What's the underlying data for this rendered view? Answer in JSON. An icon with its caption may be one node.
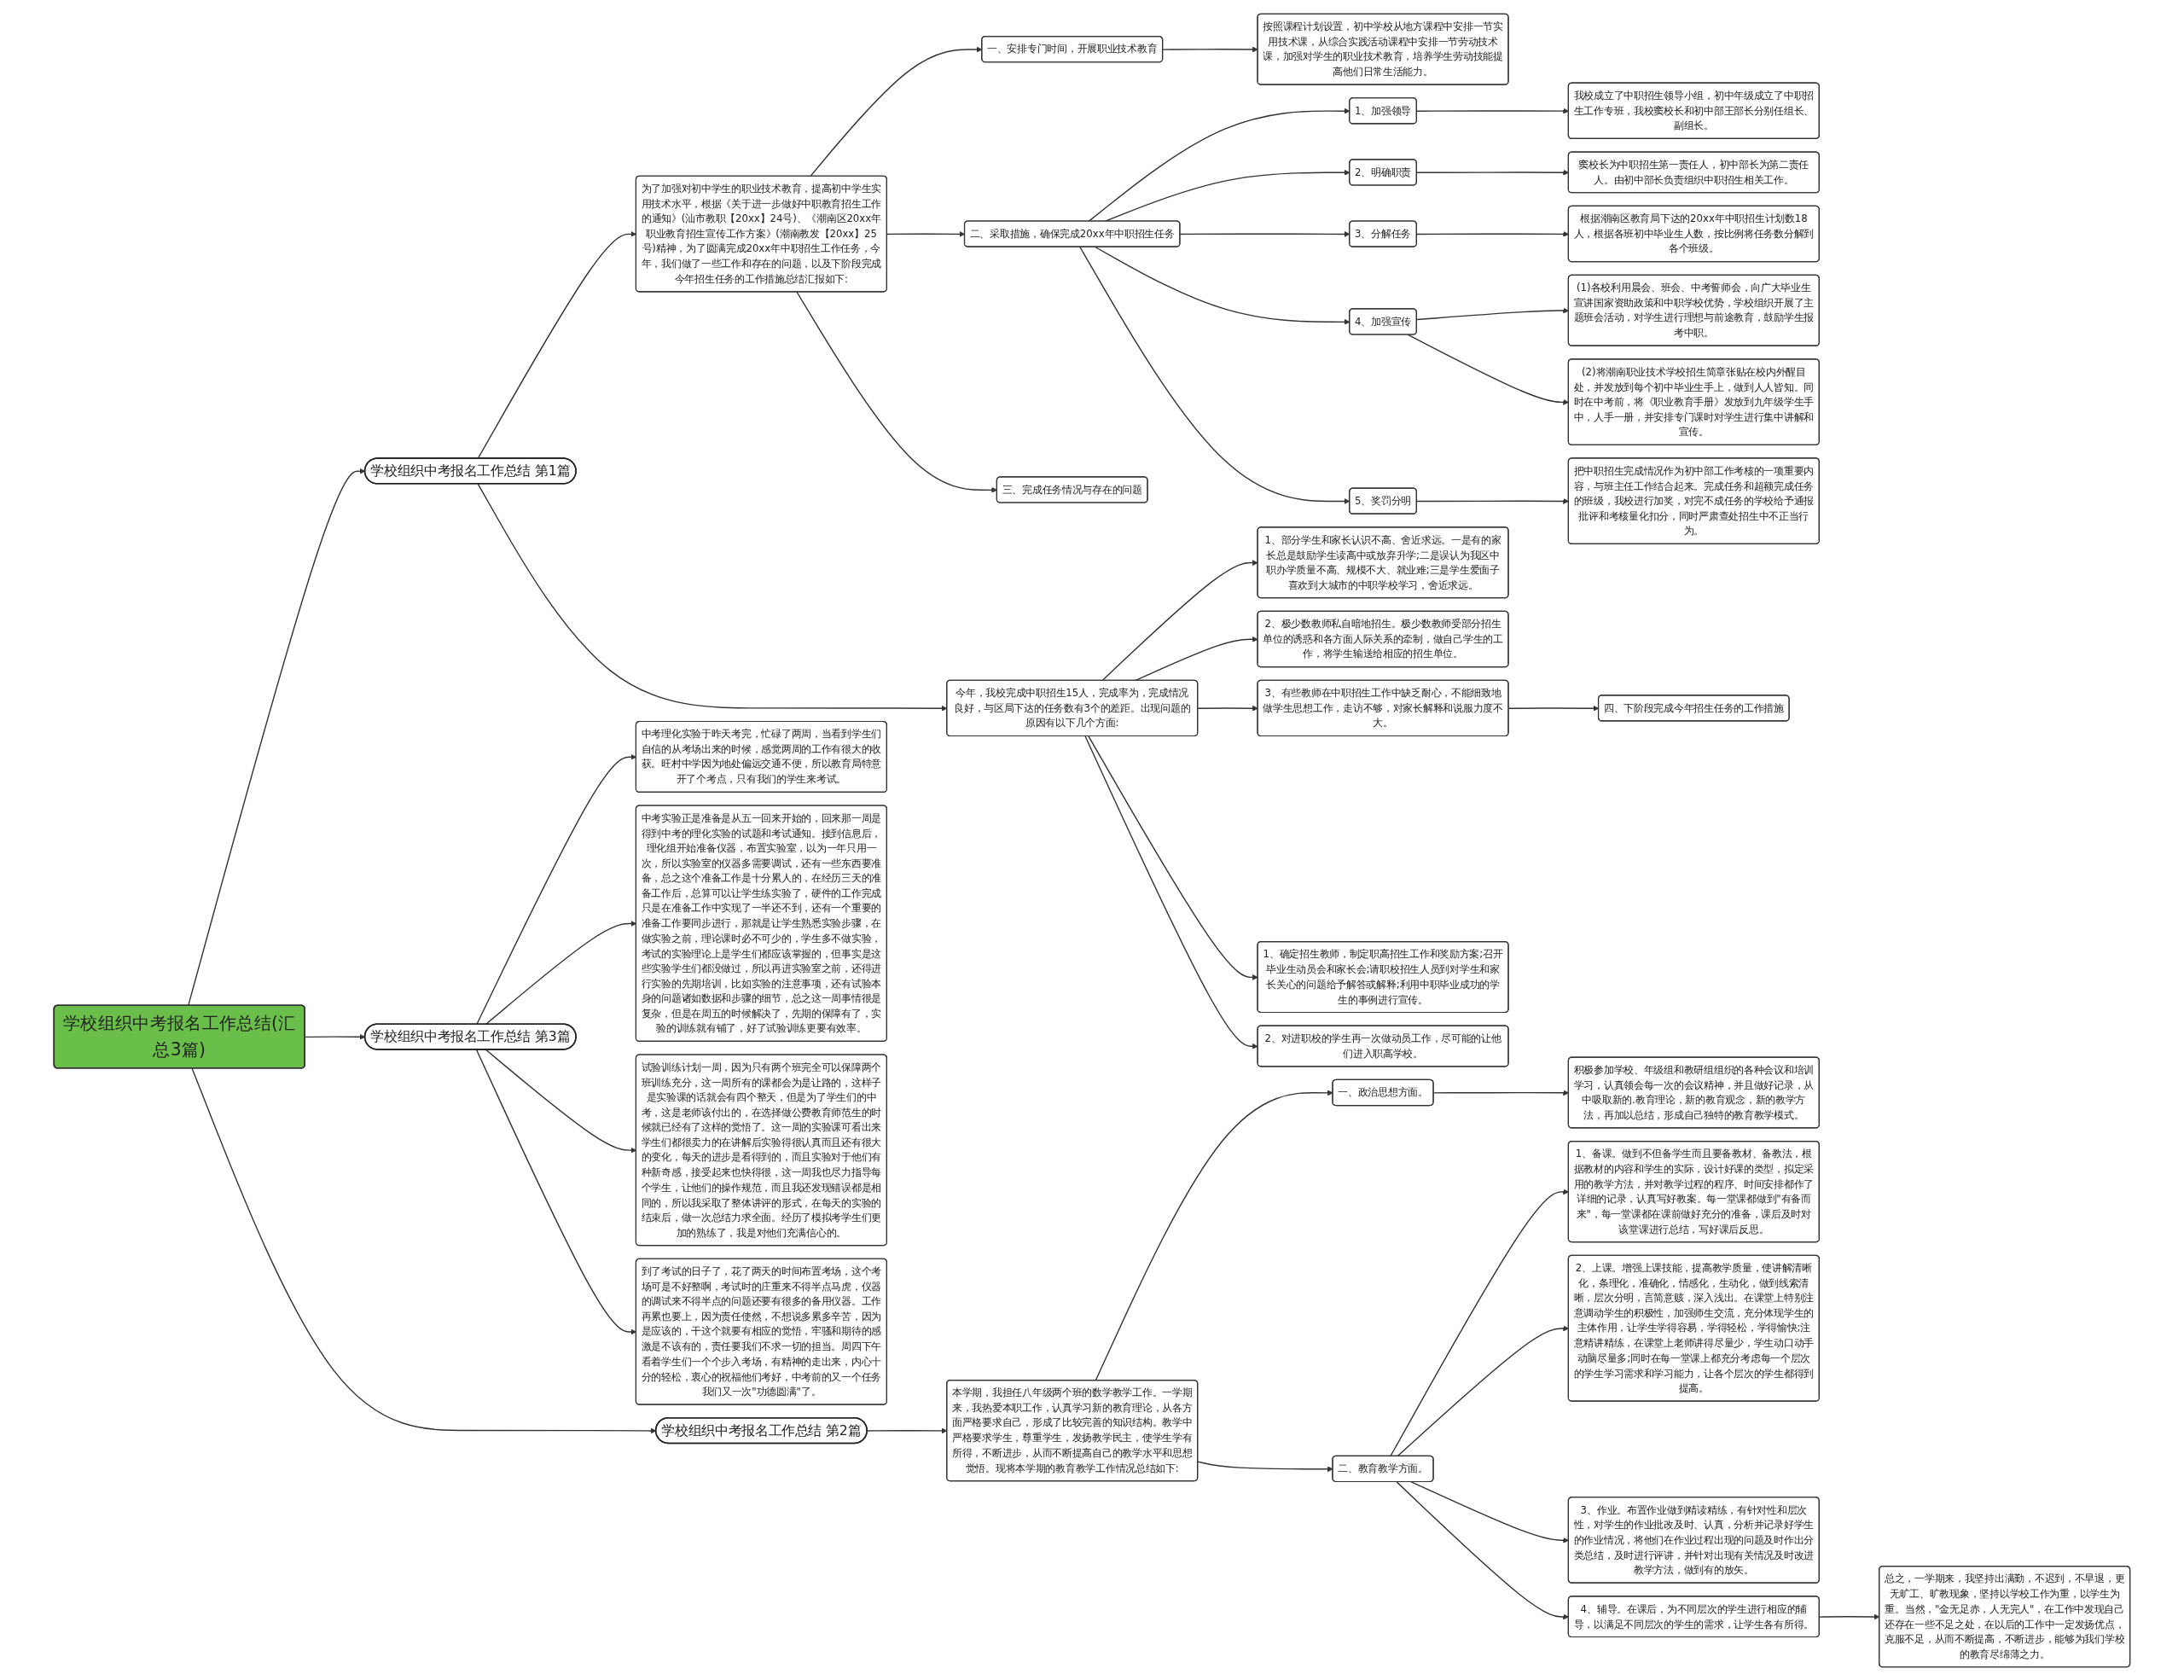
{
  "diagram": {
    "nodes": [
      {
        "text": [
          "学校组织中考报名工作总结(汇总3篇)"
        ]
      },
      {
        "text": [
          "学校组织中考报名工作总结 第1篇"
        ]
      },
      {
        "text": [
          "为了加强对初中学生的职业技术教育，提高初中学生实用技术水平，根据《关于进一步做好中职教育招生工作的通知》(汕市教职【20xx】24号)、《潮南区20xx年职业教育招生宣传工作方案》(潮南教发【20xx】25号)精神，为了圆满完成20xx年中职招生工作任务，今年，我们做了一些工作和存在的问题，以及下阶段完成今年招生任务的工作措施总结汇报如下:"
        ]
      },
      {
        "text": [
          "一、安排专门时间，开展职业技术教育"
        ]
      },
      {
        "text": [
          "按照课程计划设置，初中学校从地方课程中安排一节实用技术课，从综合实践活动课程中安排一节劳动技术课，加强对学生的职业技术教育，培养学生劳动技能提高他们日常生活能力。"
        ]
      },
      {
        "text": [
          "二、采取措施，确保完成20xx年中职招生任务"
        ]
      },
      {
        "text": [
          "1、加强领导"
        ]
      },
      {
        "text": [
          "我校成立了中职招生领导小组，初中年级成立了中职招生工作专班，我校窦校长和初中部王部长分别任组长、副组长。"
        ]
      },
      {
        "text": [
          "2、明确职责"
        ]
      },
      {
        "text": [
          "窦校长为中职招生第一责任人，初中部长为第二责任人。由初中部长负责组织中职招生相关工作。"
        ]
      },
      {
        "text": [
          "3、分解任务"
        ]
      },
      {
        "text": [
          "根据潮南区教育局下达的20xx年中职招生计划数18人，根据各班初中毕业生人数，按比例将任务数分解到各个班级。"
        ]
      },
      {
        "text": [
          "4、加强宣传"
        ]
      },
      {
        "text": [
          "(1)各校利用晨会、班会、中考誓师会，向广大毕业生宣讲国家资助政策和中职学校优势，学校组织开展了主题班会活动，对学生进行理想与前途教育，鼓励学生报考中职。"
        ]
      },
      {
        "text": [
          "(2)将潮南职业技术学校招生简章张贴在校内外醒目处，并发放到每个初中毕业生手上，做到人人皆知。同时在中考前，将《职业教育手册》发放到九年级学生手中，人手一册，并安排专门课时对学生进行集中讲解和宣传。"
        ]
      },
      {
        "text": [
          "5、奖罚分明"
        ]
      },
      {
        "text": [
          "把中职招生完成情况作为初中部工作考核的一项重要内容，与班主任工作结合起来。完成任务和超额完成任务的班级，我校进行加奖，对完不成任务的学校给予通报批评和考核量化扣分，同时严肃查处招生中不正当行为。"
        ]
      },
      {
        "text": [
          "三、完成任务情况与存在的问题"
        ]
      },
      {
        "text": [
          "今年，我校完成中职招生15人，完成率为，完成情况良好，与区局下达的任务数有3个的差距。出现问题的原因有以下几个方面:"
        ]
      },
      {
        "text": [
          "1、部分学生和家长认识不高、舍近求远。一是有的家长总是鼓励学生读高中或放弃升学;二是误认为我区中职办学质量不高、规模不大、就业难;三是学生爱面子喜欢到大城市的中职学校学习，舍近求远。"
        ]
      },
      {
        "text": [
          "2、极少数教师私自暗地招生。极少数教师受部分招生单位的诱惑和各方面人际关系的牵制，做自己学生的工作，将学生输送给相应的招生单位。"
        ]
      },
      {
        "text": [
          "3、有些教师在中职招生工作中缺乏耐心，不能细致地做学生思想工作，走访不够，对家长解释和说服力度不大。"
        ]
      },
      {
        "text": [
          "四、下阶段完成今年招生任务的工作措施"
        ]
      },
      {
        "text": [
          "1、确定招生教师，制定职高招生工作和奖励方案;召开毕业生动员会和家长会;请职校招生人员到对学生和家长关心的问题给予解答或解释;利用中职毕业成功的学生的事例进行宣传。"
        ]
      },
      {
        "text": [
          "2、对进职校的学生再一次做动员工作，尽可能的让他们进入职高学校。"
        ]
      },
      {
        "text": [
          "学校组织中考报名工作总结 第3篇"
        ]
      },
      {
        "text": [
          "中考理化实验于昨天考完，忙碌了两周，当看到学生们自信的从考场出来的时候，感觉两周的工作有很大的收获。旺村中学因为地处偏远交通不便，所以教育局特意开了个考点，只有我们的学生来考试。"
        ]
      },
      {
        "text": [
          "中考实验正是准备是从五一回来开始的，回来那一周是得到中考的理化实验的试题和考试通知。接到信息后，理化组开始准备仪器，布置实验室，以为一年只用一次，所以实验室的仪器多需要调试，还有一些东西要准备，总之这个准备工作是十分累人的，在经历三天的准备工作后，总算可以让学生练实验了，硬件的工作完成只是在准备工作中实现了一半还不到，还有一个重要的准备工作要同步进行，那就是让学生熟悉实验步骤，在做实验之前，理论课时必不可少的，学生多不做实验，考试的实验理论上是学生们都应该掌握的，但事实是这些实验学生们都没做过，所以再进实验室之前，还得进行实验的先期培训，比如实验的注意事项，还有试验本身的问题诸如数据和步骤的细节，总之这一周事情很是复杂，但是在周五的时候解决了，先期的保障有了，实验的训练就有铺了，好了试验训练更要有效率。"
        ]
      },
      {
        "text": [
          "试验训练计划一周，因为只有两个班完全可以保障两个班训练充分，这一周所有的课都会为是让路的，这样子是实验课的话就会有四个整天，但是为了学生们的中考，这是老师该付出的，在选择做公费教育师范生的时候就已经有了这样的觉悟了。这一周的实验课可看出来学生们都很卖力的在讲解后实验得很认真而且还有很大的变化，每天的进步是看得到的，而且实验对于他们有种新奇感，接受起来也快得很，这一周我也尽力指导每个学生，让他们的操作规范，而且我还发现错误都是相同的，所以我采取了整体讲评的形式，在每天的实验的结束后，做一次总结力求全面。经历了模拟考学生们更加的熟练了，我是对他们充满信心的。"
        ]
      },
      {
        "text": [
          "到了考试的日子了，花了两天的时间布置考场，这个考场可是不好整啊，考试时的庄重来不得半点马虎，仪器的调试来不得半点的问题还要有很多的备用仪器。工作再累也要上，因为责任使然，不想说多累多辛苦，因为是应该的，干这个就要有相应的觉悟，牢骚和期待的感激是不该有的，责任要我们不求一切的担当。周四下午看着学生们一个个步入考场，有精神的走出来，内心十分的轻松，衷心的祝福他们考好，中考前的又一个任务我们又一次\"功德圆满\"了。"
        ]
      },
      {
        "text": [
          "学校组织中考报名工作总结 第2篇"
        ]
      },
      {
        "text": [
          "本学期，我担任八年级两个班的数学教学工作。一学期来，我热爱本职工作，认真学习新的教育理论，从各方面严格要求自己，形成了比较完善的知识结构。教学中严格要求学生，尊重学生，发扬教学民主，使学生学有所得，不断进步，从而不断提高自己的教学水平和思想觉悟。现将本学期的教育教学工作情况总结如下:"
        ]
      },
      {
        "text": [
          "一、政治思想方面。"
        ]
      },
      {
        "text": [
          "积极参加学校、年级组和教研组组织的各种会议和培训学习，认真领会每一次的会议精神，并且做好记录，从中吸取新的.教育理论，新的教育观念，新的教学方法，再加以总结，形成自己独特的教育教学模式。"
        ]
      },
      {
        "text": [
          "二、教育教学方面。"
        ]
      },
      {
        "text": [
          "1、备课。做到不但备学生而且要备教材、备教法，根据教材的内容和学生的实际，设计好课的类型，拟定采用的教学方法，并对教学过程的程序、时间安排都作了详细的记录，认真写好教案。每一堂课都做到\"有备而来\"，每一堂课都在课前做好充分的准备，课后及时对该堂课进行总结，写好课后反思。"
        ]
      },
      {
        "text": [
          "2、上课。增强上课技能，提高教学质量，使讲解清晰化，条理化，准确化，情感化，生动化，做到线索清晰，层次分明，言简意赅，深入浅出。在课堂上特别注意调动学生的积极性，加强师生交流，充分体现学生的主体作用，让学生学得容易，学得轻松，学得愉快;注意精讲精练，在课堂上老师讲得尽量少，学生动口动手动脑尽量多;同时在每一堂课上都充分考虑每一个层次的学生学习需求和学习能力，让各个层次的学生都得到提高。"
        ]
      },
      {
        "text": [
          "3、作业。布置作业做到精读精练，有针对性和层次性，对学生的作业批改及时、认真，分析并记录好学生的作业情况，将他们在作业过程出现的问题及时作出分类总结，及时进行评讲，并针对出现有关情况及时改进教学方法，做到有的放矢。"
        ]
      },
      {
        "text": [
          "4、辅导。在课后，为不同层次的学生进行相应的辅导，以满足不同层次的学生的需求，让学生各有所得。"
        ]
      },
      {
        "text": [
          "总之，一学期来，我坚持出满勤，不迟到，不早退，更无旷工、旷教现象，坚持以学校工作为重，以学生为重。当然，\"金无足赤，人无完人\"，在工作中发现自己还存在一些不足之处，在以后的工作中一定发扬优点，克服不足，从而不断提高，不断进步，能够为我们学校的教育尽绵薄之力。"
        ]
      }
    ],
    "edges": [
      {
        "from": 0,
        "to": 1,
        "arrow": "to"
      },
      {
        "from": 1,
        "to": 2,
        "arrow": "to"
      },
      {
        "from": 2,
        "to": 3,
        "arrow": "to"
      },
      {
        "from": 3,
        "to": 4,
        "arrow": "to"
      },
      {
        "from": 2,
        "to": 5,
        "arrow": "to"
      },
      {
        "from": 5,
        "to": 6,
        "arrow": "to"
      },
      {
        "from": 6,
        "to": 7,
        "arrow": "to"
      },
      {
        "from": 5,
        "to": 8,
        "arrow": "to"
      },
      {
        "from": 8,
        "to": 9,
        "arrow": "to"
      },
      {
        "from": 5,
        "to": 10,
        "arrow": "to"
      },
      {
        "from": 10,
        "to": 11,
        "arrow": "to"
      },
      {
        "from": 5,
        "to": 12,
        "arrow": "to"
      },
      {
        "from": 12,
        "to": 13,
        "arrow": "to"
      },
      {
        "from": 12,
        "to": 14,
        "arrow": "to"
      },
      {
        "from": 5,
        "to": 15,
        "arrow": "to"
      },
      {
        "from": 15,
        "to": 16,
        "arrow": "to"
      },
      {
        "from": 2,
        "to": 17,
        "arrow": "to"
      },
      {
        "from": 1,
        "to": 18,
        "arrow": "to"
      },
      {
        "from": 18,
        "to": 19,
        "arrow": "to"
      },
      {
        "from": 18,
        "to": 20,
        "arrow": "to"
      },
      {
        "from": 18,
        "to": 21,
        "arrow": "to"
      },
      {
        "from": 21,
        "to": 22,
        "arrow": "to"
      },
      {
        "from": 18,
        "to": 23,
        "arrow": "to"
      },
      {
        "from": 18,
        "to": 24,
        "arrow": "to"
      },
      {
        "from": 0,
        "to": 25,
        "arrow": "to"
      },
      {
        "from": 25,
        "to": 26,
        "arrow": "to"
      },
      {
        "from": 25,
        "to": 27,
        "arrow": "to"
      },
      {
        "from": 25,
        "to": 28,
        "arrow": "to"
      },
      {
        "from": 25,
        "to": 29,
        "arrow": "to"
      },
      {
        "from": 0,
        "to": 30,
        "arrow": "to"
      },
      {
        "from": 30,
        "to": 31,
        "arrow": "to"
      },
      {
        "from": 31,
        "to": 32,
        "arrow": "to"
      },
      {
        "from": 32,
        "to": 33,
        "arrow": "to"
      },
      {
        "from": 31,
        "to": 34,
        "arrow": "to"
      },
      {
        "from": 34,
        "to": 35,
        "arrow": "to"
      },
      {
        "from": 34,
        "to": 36,
        "arrow": "to"
      },
      {
        "from": 34,
        "to": 37,
        "arrow": "to"
      },
      {
        "from": 34,
        "to": 38,
        "arrow": "to"
      },
      {
        "from": 38,
        "to": 39,
        "arrow": "to"
      }
    ]
  }
}
